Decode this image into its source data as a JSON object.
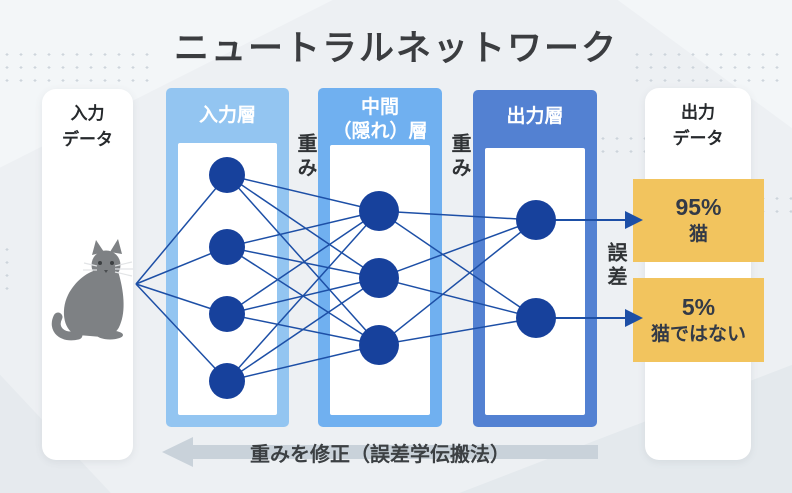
{
  "title": "ニュートラルネットワーク",
  "input_card": {
    "line1": "入力",
    "line2": "データ"
  },
  "output_card": {
    "line1": "出力",
    "line2": "データ"
  },
  "layers": {
    "input": {
      "title": "入力層",
      "nodes": 4
    },
    "hidden": {
      "title_line1": "中間",
      "title_line2": "（隠れ）層",
      "nodes": 3
    },
    "output": {
      "title": "出力層",
      "nodes": 2
    }
  },
  "labels": {
    "weight1": "重み",
    "weight2": "重み",
    "error": "誤差",
    "feedback": "重みを修正（誤差学伝搬法）"
  },
  "outputs": [
    {
      "percent": "95%",
      "label": "猫"
    },
    {
      "percent": "5%",
      "label": "猫ではない"
    }
  ],
  "colors": {
    "node": "#17419c",
    "edge": "#1d4fa6",
    "panel_input": "#93c5f1",
    "panel_hidden": "#70b0f0",
    "panel_output": "#5381d2",
    "output_box": "#f2c45e",
    "cat": "#7e8184"
  },
  "network": {
    "layer_sizes": [
      4,
      3,
      2
    ]
  }
}
